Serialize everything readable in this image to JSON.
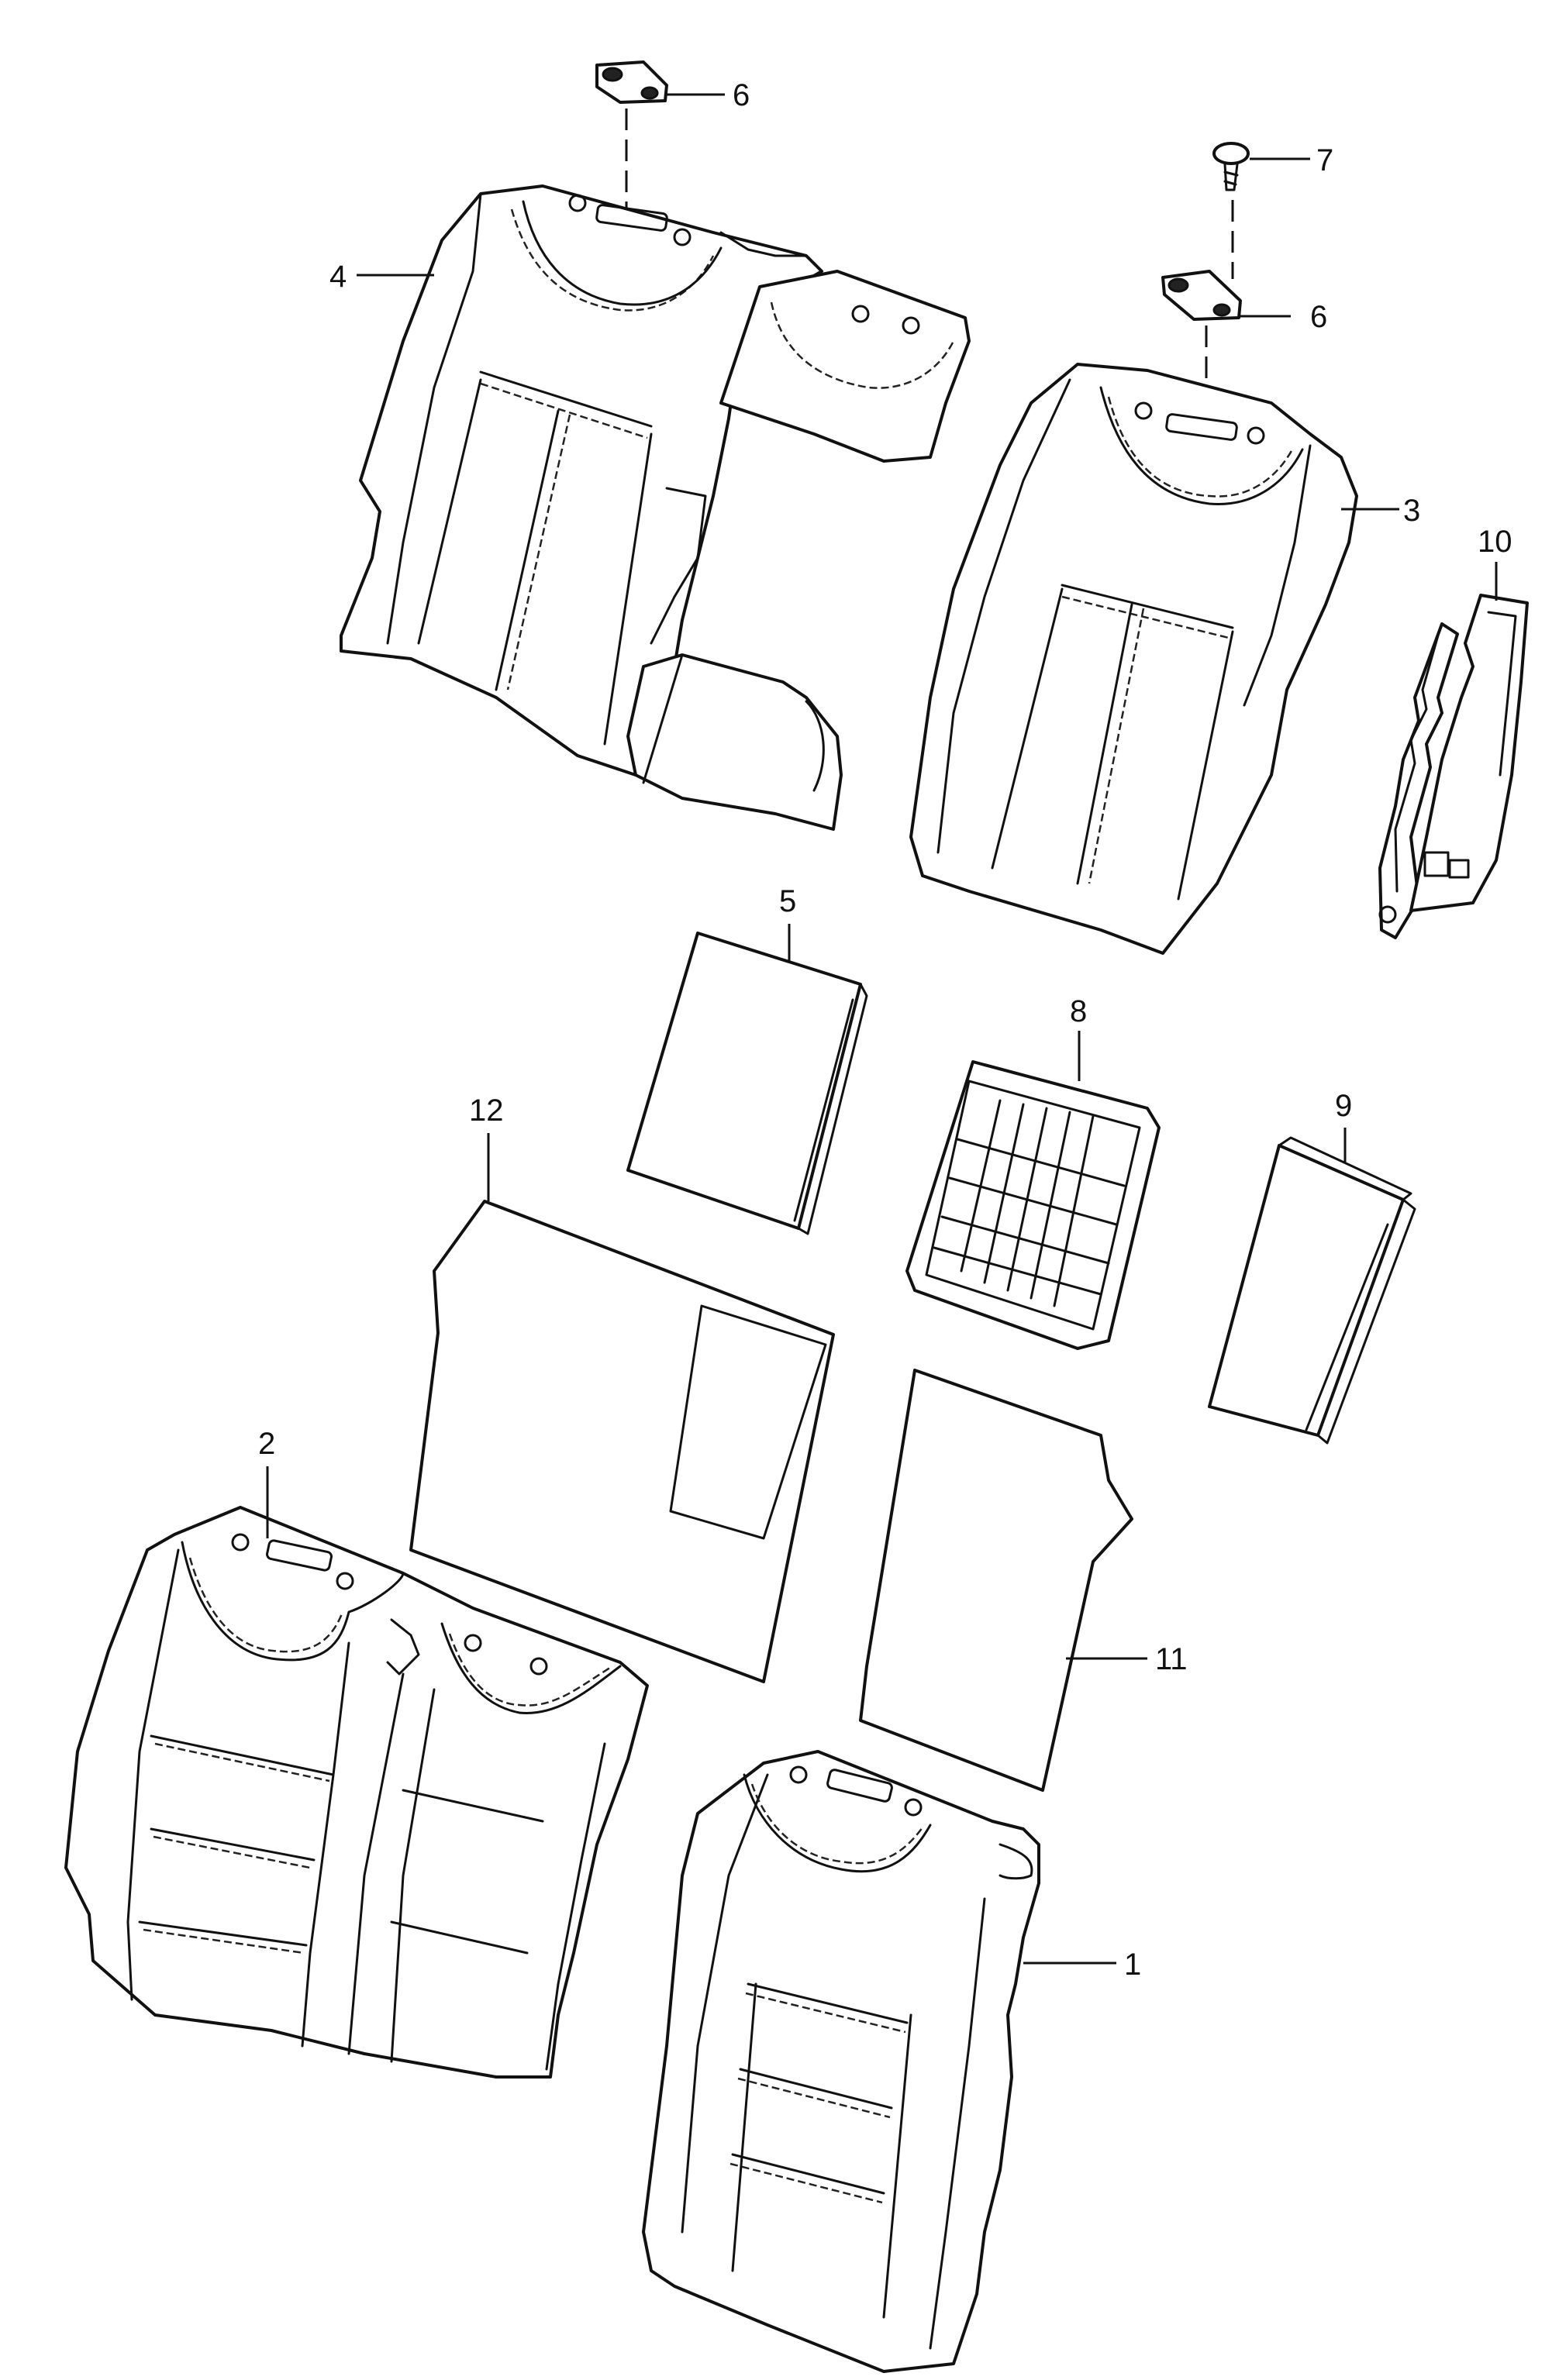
{
  "callouts": {
    "c1": "1",
    "c2": "2",
    "c3": "3",
    "c4": "4",
    "c5": "5",
    "c6a": "6",
    "c6b": "6",
    "c7": "7",
    "c8": "8",
    "c9": "9",
    "c10": "10",
    "c11": "11",
    "c12": "12"
  }
}
